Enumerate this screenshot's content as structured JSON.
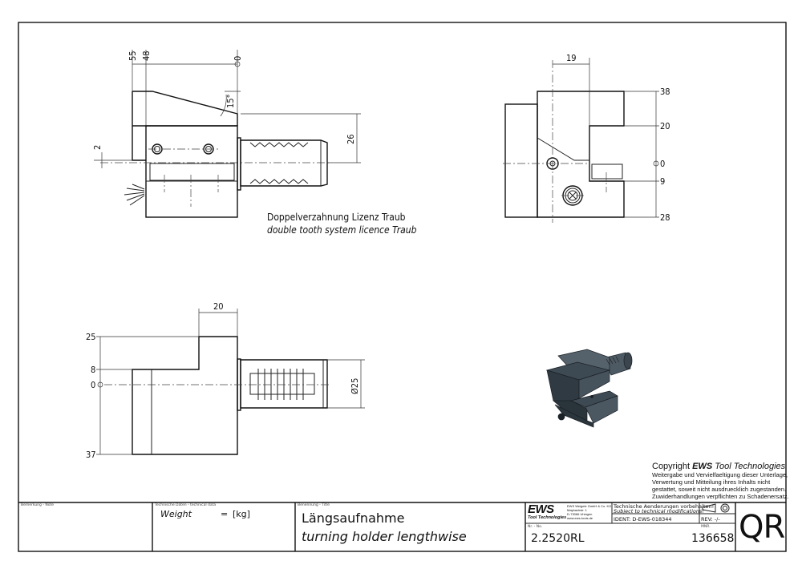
{
  "drawing": {
    "side_view": {
      "dims": [
        "55",
        "48",
        "0",
        "15°",
        "26",
        "2"
      ]
    },
    "end_view": {
      "dims": [
        "19",
        "38",
        "20",
        "0",
        "9",
        "28"
      ]
    },
    "top_view": {
      "dims": [
        "20",
        "25",
        "8",
        "0",
        "37",
        "Ø25"
      ]
    },
    "note_de": "Doppelverzahnung Lizenz Traub",
    "note_en": "double tooth system licence Traub"
  },
  "copyright": {
    "title_prefix": "Copyright ",
    "brand": "EWS",
    "title_suffix": " Tool Technologies",
    "lines": [
      "Weitergabe und Vervielfaeltigung dieser Unterlage,",
      "Verwertung und Mitteilung ihres Inhalts nicht",
      "gestattet, soweit nicht ausdruecklich zugestanden.",
      "Zuwiderhandlungen verpflichten zu Schadenersatz."
    ]
  },
  "title_block": {
    "note_label": "Bemerkung - Note",
    "tech_label": "Technische Daten - technical data",
    "weight_label": "Weight",
    "weight_eq": "=",
    "weight_unit": "[kg]",
    "title_label": "Benennung - Title",
    "title_de": "Längsaufnahme",
    "title_en": "turning holder lengthwise",
    "logo_text": "EWS",
    "logo_sub": "Tool Technologies",
    "company": [
      "EWS Weigele GmbH & Co. KG",
      "Maybachstr. 1",
      "D-73066 Uhingen",
      "www.ews-tools.de"
    ],
    "changes_de": "Technische Aenderungen vorbehalten!",
    "changes_en": "Subject to technical modifications!",
    "ident": "IDENT:  D-EWS-018344",
    "rev": "REV:  -/-",
    "nr_label": "Nr. - No.",
    "nr": "2.2520RL",
    "mnr_label": "MNR.",
    "mnr": "136658",
    "code": "QR"
  }
}
